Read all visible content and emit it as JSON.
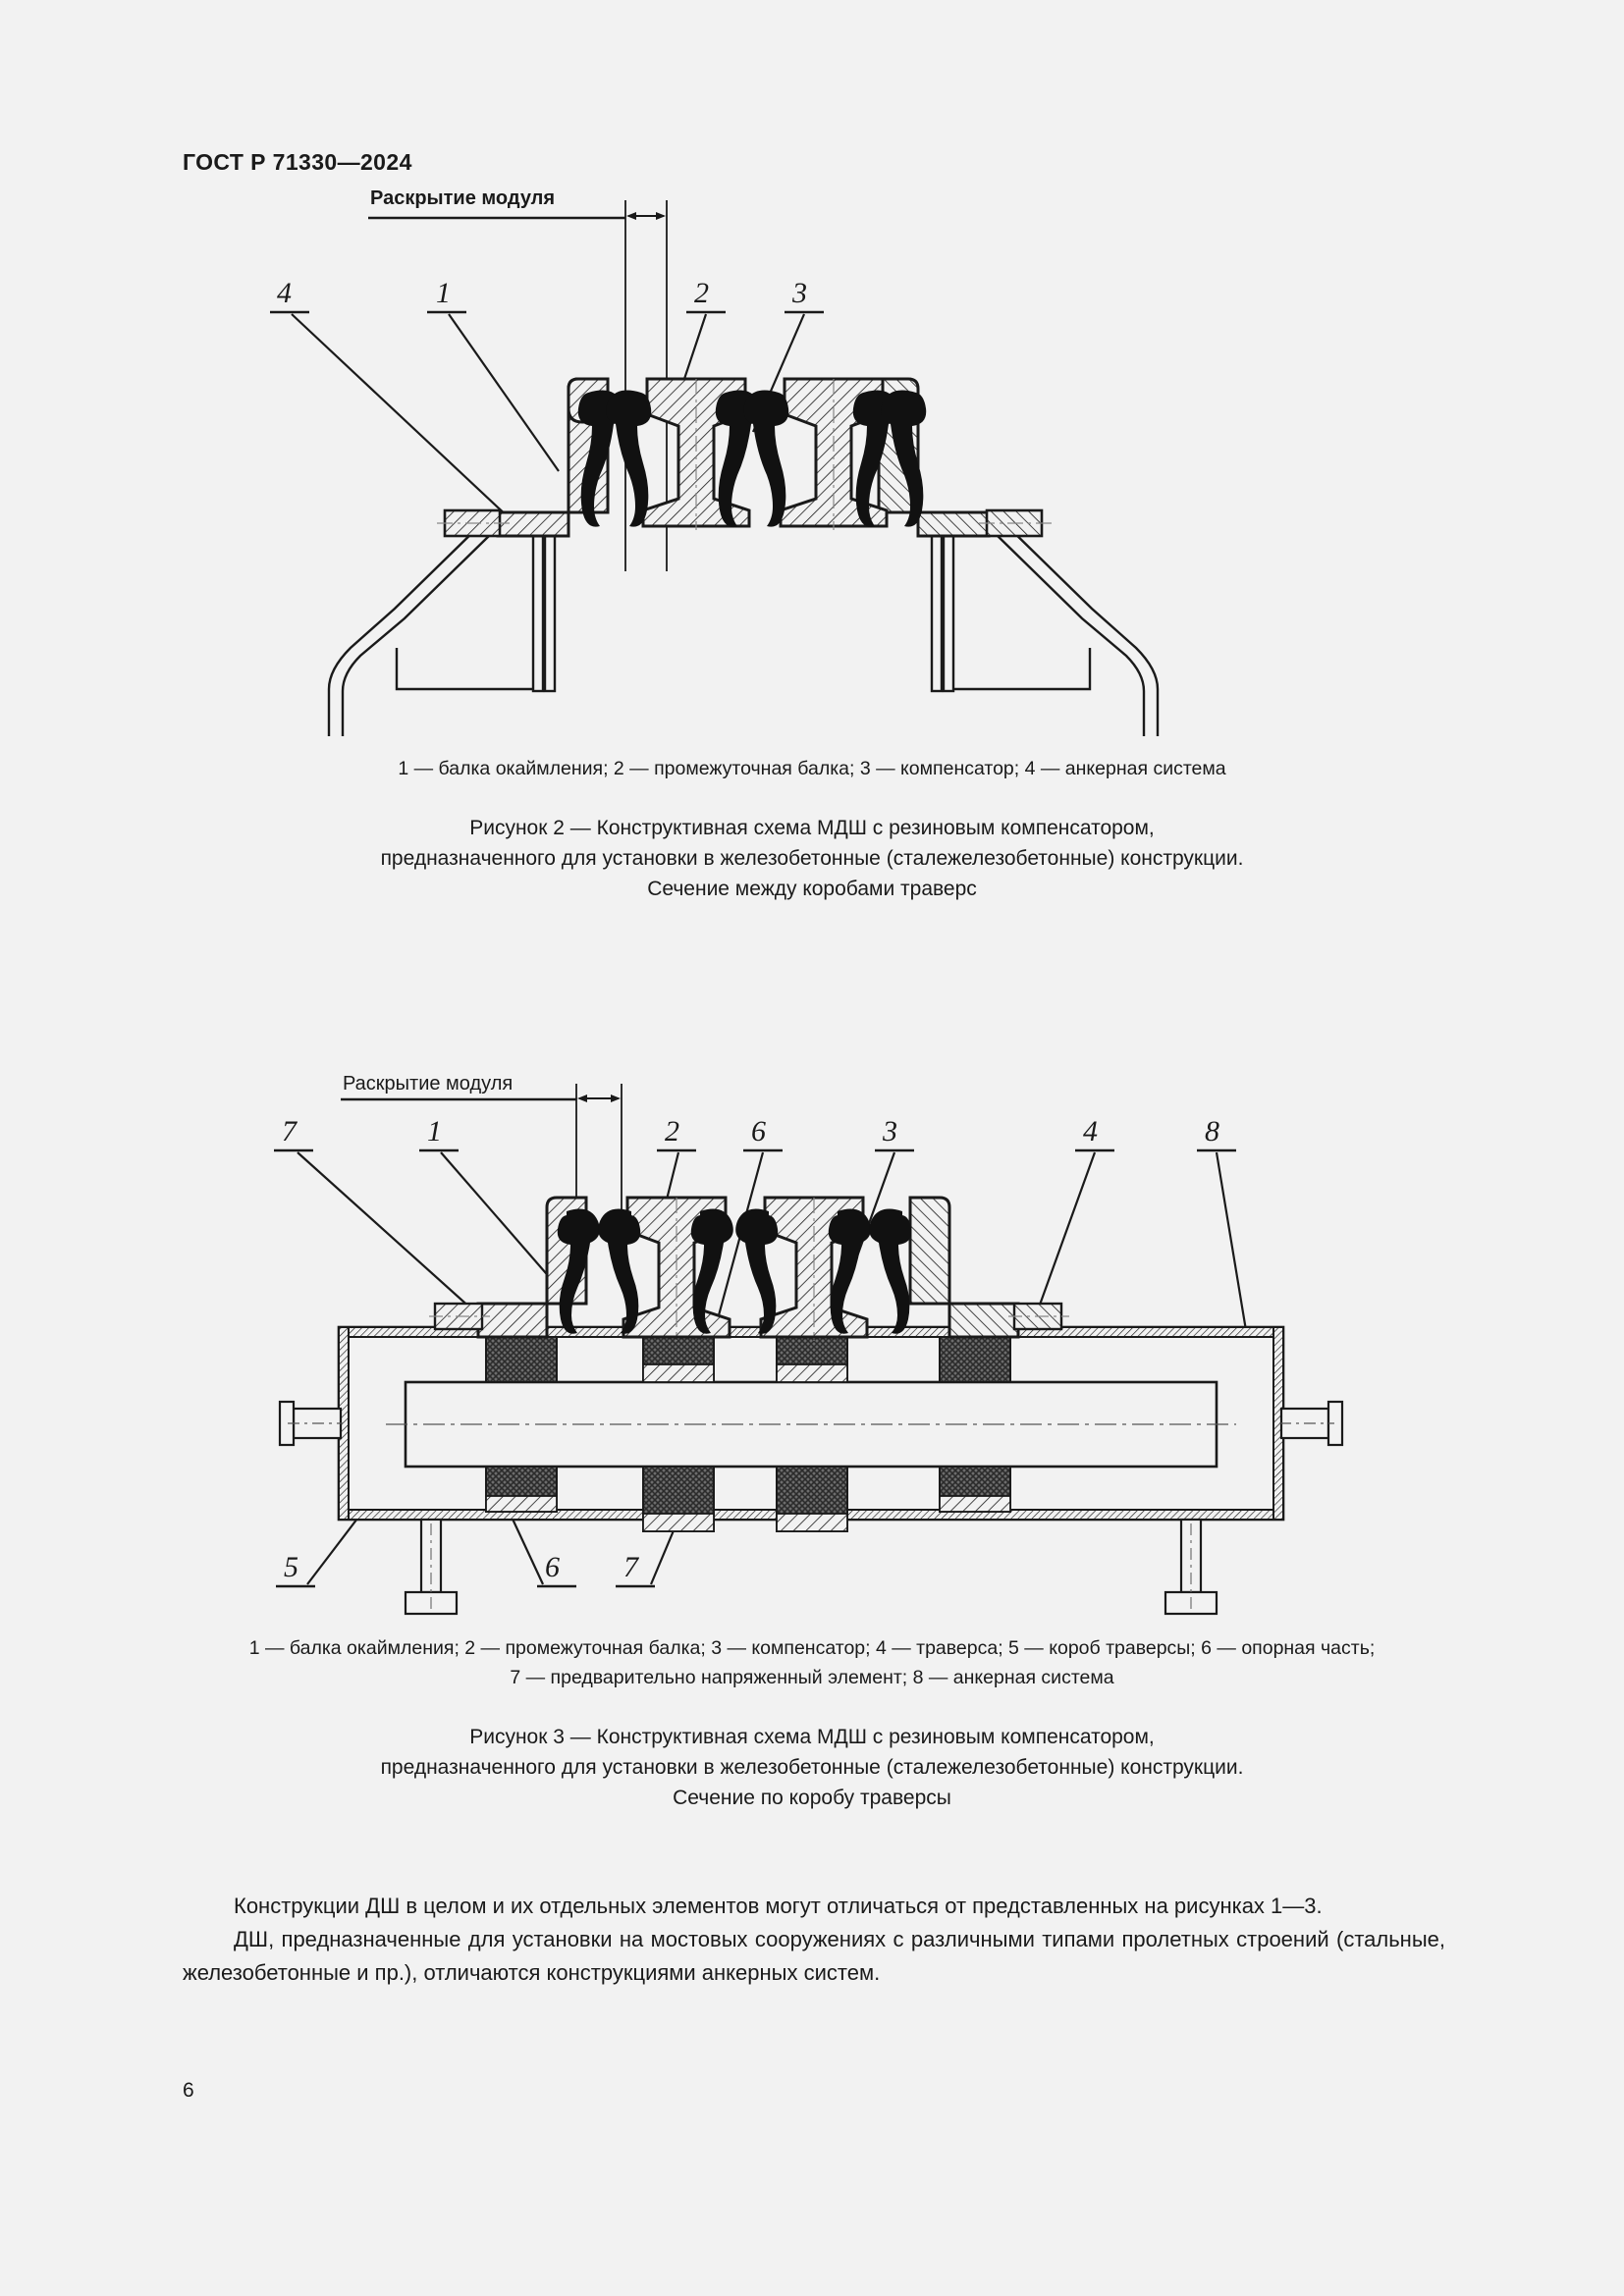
{
  "header": {
    "standard_number": "ГОСТ Р 71330—2024"
  },
  "figure2": {
    "dimension_label": "Раскрытие модуля",
    "callouts": [
      "4",
      "1",
      "2",
      "3"
    ],
    "legend": "1 — балка окаймления; 2 — промежуточная балка; 3 — компенсатор; 4 — анкерная система",
    "caption_line1": "Рисунок 2 — Конструктивная схема МДШ с резиновым компенсатором,",
    "caption_line2": "предназначенного для установки в железобетонные (сталежелезобетонные) конструкции.",
    "caption_line3": "Сечение между коробами траверс"
  },
  "figure3": {
    "dimension_label": "Раскрытие модуля",
    "callouts_top": [
      "7",
      "1",
      "2",
      "6",
      "3",
      "4",
      "8"
    ],
    "callouts_bottom": [
      "5",
      "6",
      "7"
    ],
    "legend_line1": "1 — балка окаймления; 2 — промежуточная балка; 3 — компенсатор; 4 — траверса; 5 — короб траверсы; 6 — опорная часть;",
    "legend_line2": "7 — предварительно напряженный элемент; 8 — анкерная система",
    "caption_line1": "Рисунок 3 — Конструктивная схема МДШ с резиновым компенсатором,",
    "caption_line2": "предназначенного для установки в железобетонные (сталежелезобетонные) конструкции.",
    "caption_line3": "Сечение по коробу траверсы"
  },
  "body": {
    "paragraph1": "Конструкции ДШ в целом и их отдельных элементов могут отличаться от представленных на рисунках 1—3.",
    "paragraph2": "ДШ, предназначенные для установки на мостовых сооружениях с различными типами пролетных строений (стальные, железобетонные и пр.), отличаются конструкциями анкерных систем."
  },
  "footer": {
    "page_number": "6"
  },
  "colors": {
    "page_background": "#f2f2f2",
    "ink": "#1a1a1a",
    "hatch_fill": "#f2f2f2",
    "seal_fill": "#111111",
    "bearing_fill": "#4a4a4a"
  }
}
